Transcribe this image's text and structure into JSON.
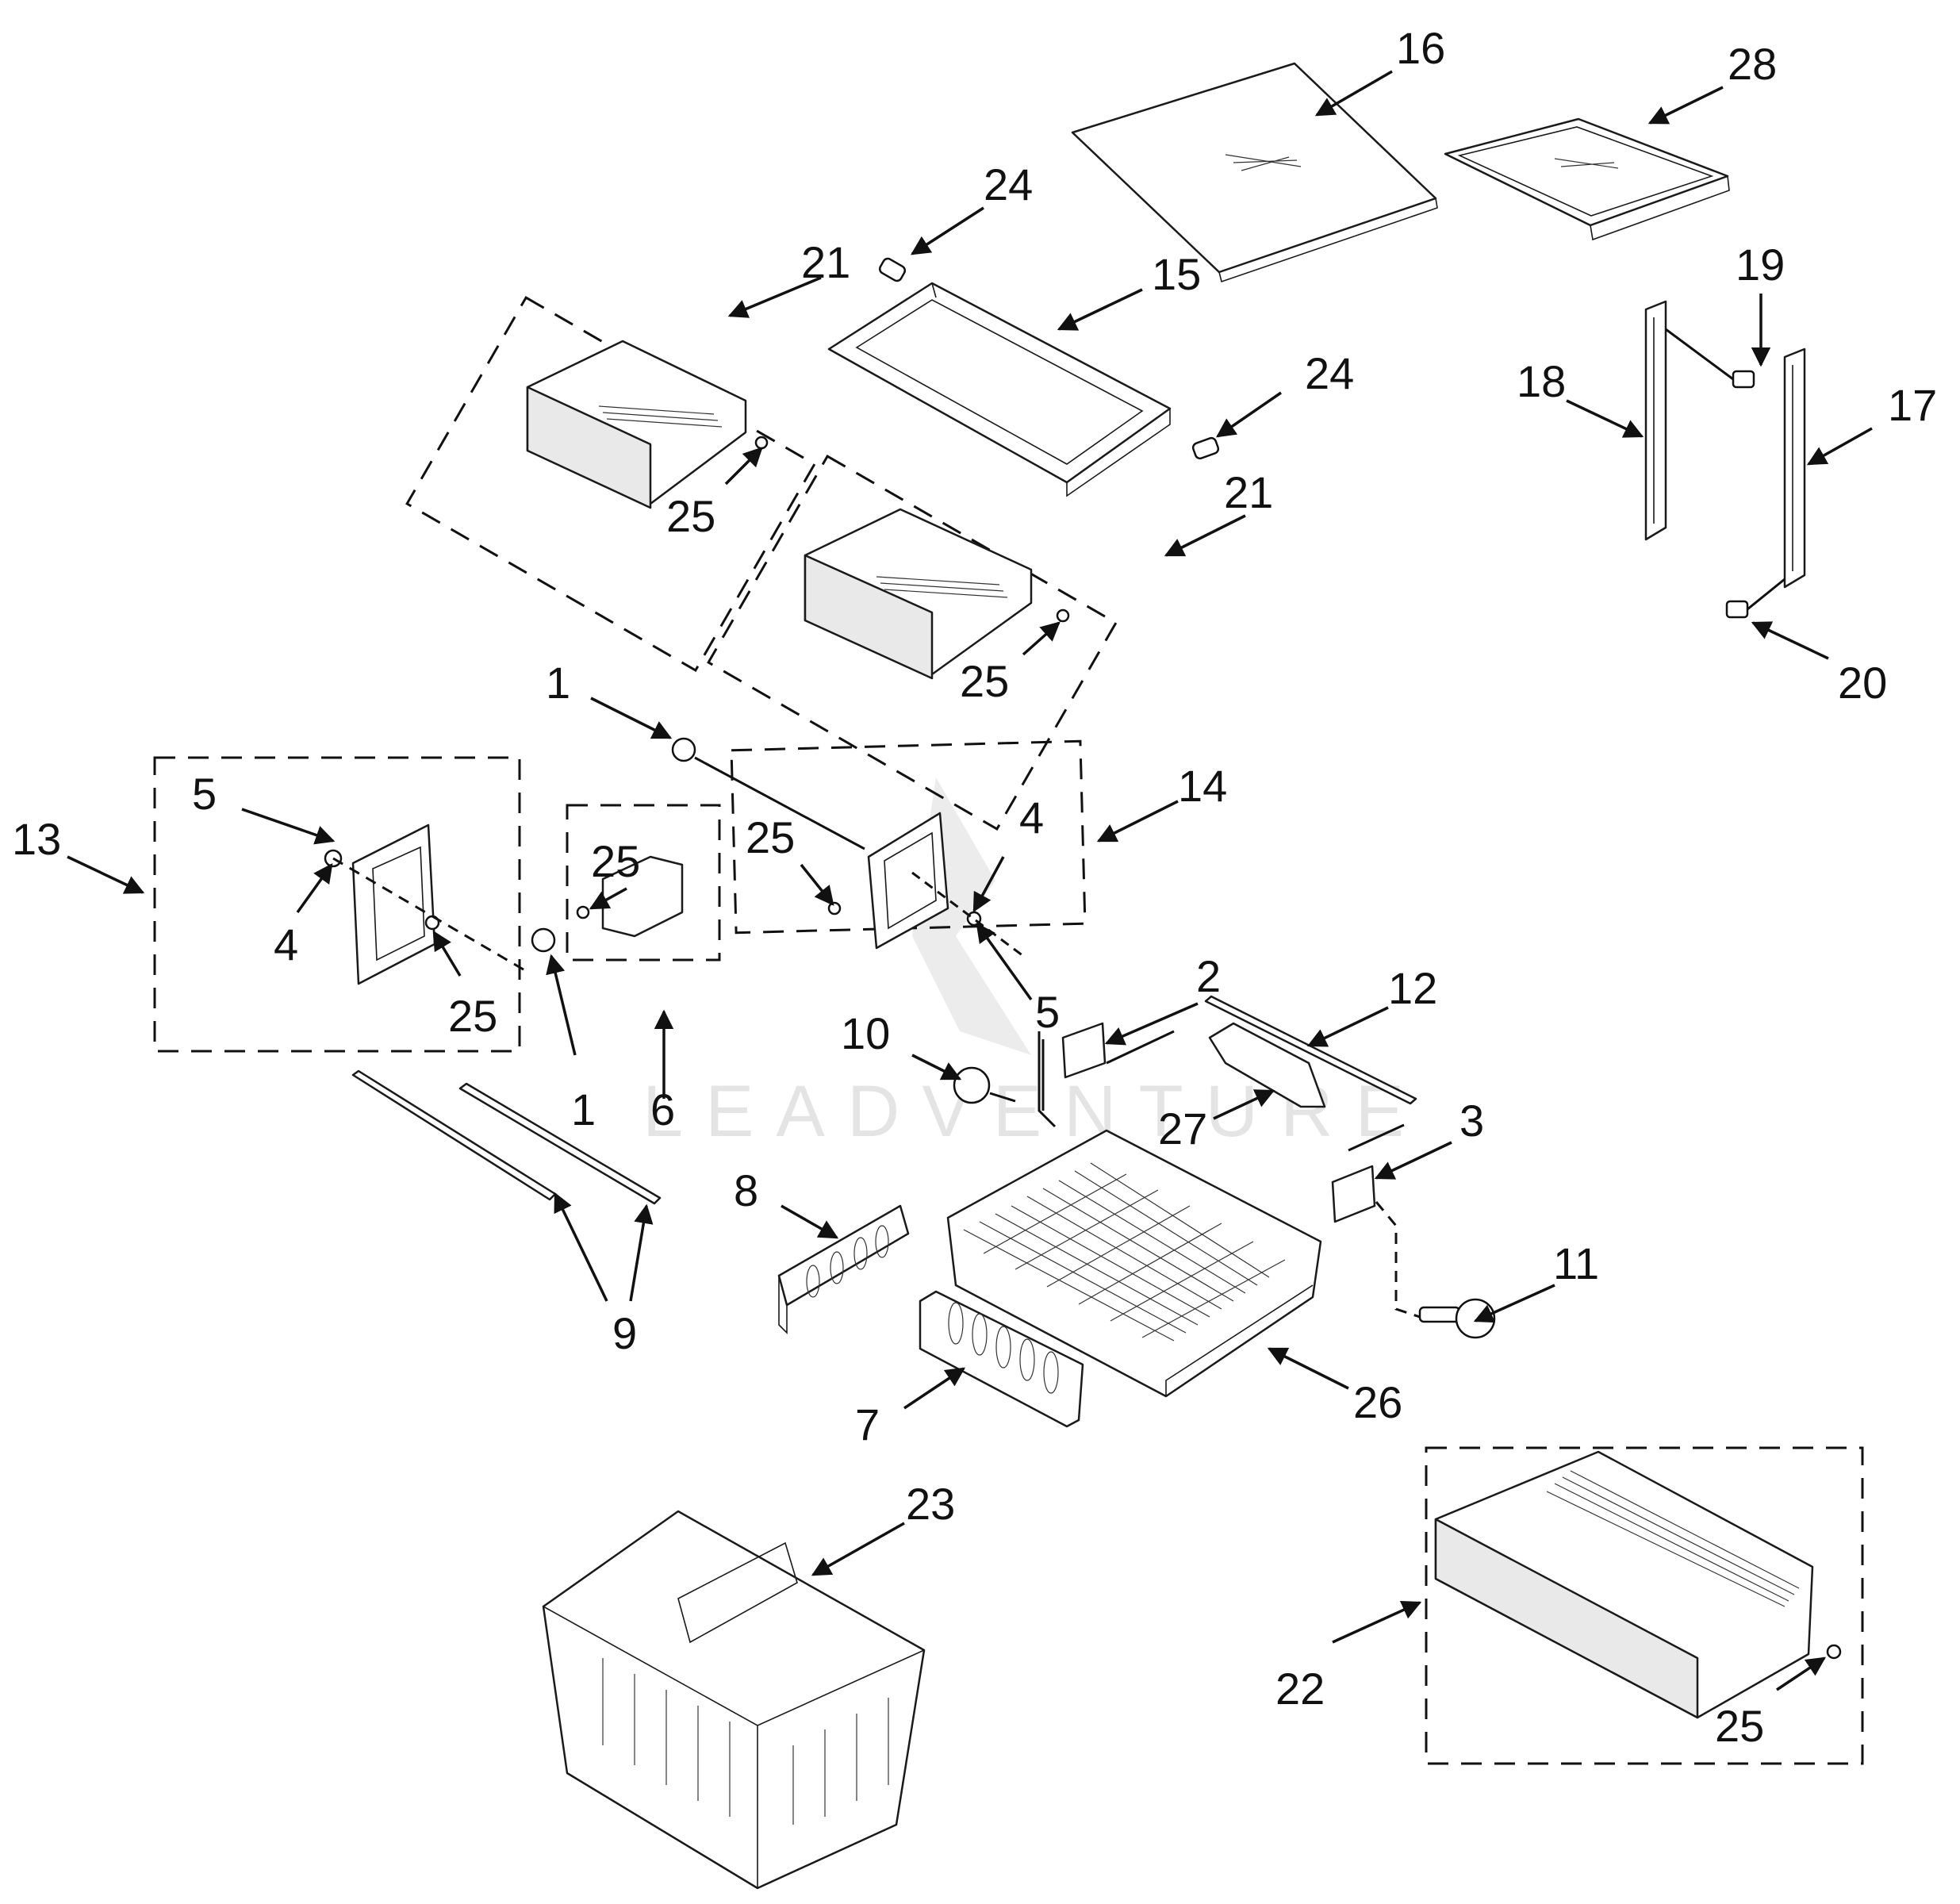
{
  "watermark": {
    "text": "LEADVENTURE"
  },
  "callouts": [
    "16",
    "28",
    "24",
    "21",
    "15",
    "19",
    "18",
    "17",
    "24",
    "21",
    "25",
    "25",
    "20",
    "1",
    "14",
    "5",
    "13",
    "25",
    "4",
    "4",
    "25",
    "5",
    "25",
    "2",
    "12",
    "10",
    "1",
    "6",
    "3",
    "27",
    "8",
    "11",
    "9",
    "26",
    "7",
    "23",
    "22",
    "25"
  ]
}
